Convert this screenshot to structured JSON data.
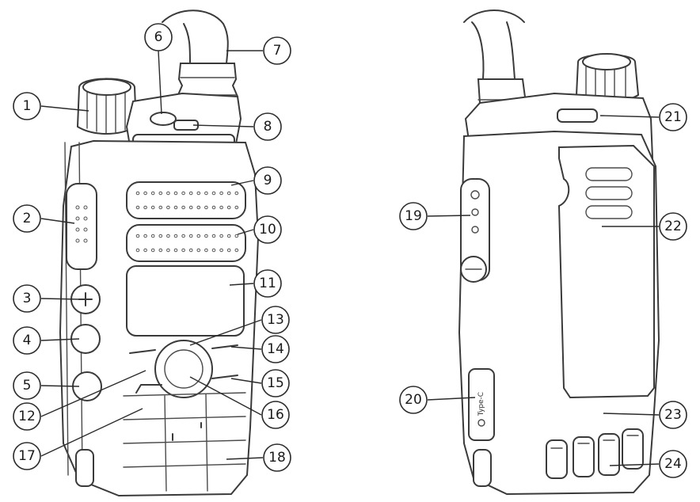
{
  "callouts": [
    {
      "id": "1",
      "label": "1"
    },
    {
      "id": "2",
      "label": "2"
    },
    {
      "id": "3",
      "label": "3"
    },
    {
      "id": "4",
      "label": "4"
    },
    {
      "id": "5",
      "label": "5"
    },
    {
      "id": "6",
      "label": "6"
    },
    {
      "id": "7",
      "label": "7"
    },
    {
      "id": "8",
      "label": "8"
    },
    {
      "id": "9",
      "label": "9"
    },
    {
      "id": "10",
      "label": "10"
    },
    {
      "id": "11",
      "label": "11"
    },
    {
      "id": "12",
      "label": "12"
    },
    {
      "id": "13",
      "label": "13"
    },
    {
      "id": "14",
      "label": "14"
    },
    {
      "id": "15",
      "label": "15"
    },
    {
      "id": "16",
      "label": "16"
    },
    {
      "id": "17",
      "label": "17"
    },
    {
      "id": "18",
      "label": "18"
    },
    {
      "id": "19",
      "label": "19"
    },
    {
      "id": "20",
      "label": "20"
    },
    {
      "id": "21",
      "label": "21"
    },
    {
      "id": "22",
      "label": "22"
    },
    {
      "id": "23",
      "label": "23"
    },
    {
      "id": "24",
      "label": "24"
    }
  ],
  "port_label": "Type-C",
  "colors": {
    "line": "#3a3a3a",
    "background": "#ffffff"
  }
}
